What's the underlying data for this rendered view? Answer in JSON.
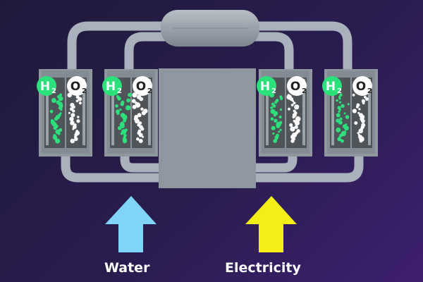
{
  "cells": [
    {
      "h2": {
        "base": "H",
        "sub": "2"
      },
      "o2": {
        "base": "O",
        "sub": "2"
      }
    },
    {
      "h2": {
        "base": "H",
        "sub": "2"
      },
      "o2": {
        "base": "O",
        "sub": "2"
      }
    },
    {
      "h2": {
        "base": "H",
        "sub": "2"
      },
      "o2": {
        "base": "O",
        "sub": "2"
      }
    },
    {
      "h2": {
        "base": "H",
        "sub": "2"
      },
      "o2": {
        "base": "O",
        "sub": "2"
      }
    }
  ],
  "inputs": {
    "water": {
      "label": "Water",
      "color": "#7fd4f8"
    },
    "electricity": {
      "label": "Electricity",
      "color": "#f3ef16"
    }
  },
  "colors": {
    "hydrogen": "#2ce07a",
    "oxygen": "#ffffff",
    "pipe": "#a9b2bc",
    "tank": "#8e969f",
    "cell_frame": "#8f979f",
    "cell_interior": "#4f5459"
  }
}
